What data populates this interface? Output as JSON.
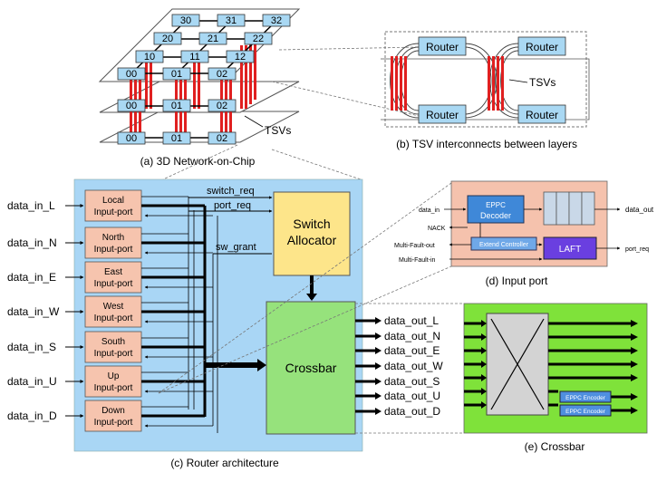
{
  "panel_a": {
    "caption": "(a) 3D Network-on-Chip",
    "layer_top_labels": [
      "30",
      "31",
      "32"
    ],
    "layer_top_row2": [
      "20",
      "21",
      "22"
    ],
    "layer_top_row3": [
      "10",
      "11",
      "12"
    ],
    "layer_top_row4": [
      "00",
      "01",
      "02"
    ],
    "layer_mid_labels": [
      "00",
      "01",
      "02"
    ],
    "layer_bot_labels": [
      "00",
      "01",
      "02"
    ],
    "tsv_label": "TSVs"
  },
  "panel_b": {
    "caption": "(b) TSV interconnects between layers",
    "router_label": "Router",
    "tsv_label": "TSVs"
  },
  "panel_c": {
    "caption": "(c) Router architecture",
    "inputs": [
      {
        "signal": "data_in_L",
        "line1": "Local",
        "line2": "Input-port"
      },
      {
        "signal": "data_in_N",
        "line1": "North",
        "line2": "Input-port"
      },
      {
        "signal": "data_in_E",
        "line1": "East",
        "line2": "Input-port"
      },
      {
        "signal": "data_in_W",
        "line1": "West",
        "line2": "Input-port"
      },
      {
        "signal": "data_in_S",
        "line1": "South",
        "line2": "Input-port"
      },
      {
        "signal": "data_in_U",
        "line1": "Up",
        "line2": "Input-port"
      },
      {
        "signal": "data_in_D",
        "line1": "Down",
        "line2": "Input-port"
      }
    ],
    "switch_req": "switch_req",
    "port_req": "port_req",
    "sw_grant": "sw_grant",
    "switch_allocator_1": "Switch",
    "switch_allocator_2": "Allocator",
    "crossbar": "Crossbar",
    "outputs": [
      "data_out_L",
      "data_out_N",
      "data_out_E",
      "data_out_W",
      "data_out_S",
      "data_out_U",
      "data_out_D"
    ]
  },
  "panel_d": {
    "caption": "(d) Input port",
    "data_in": "data_in",
    "data_out": "data_out",
    "eppc_decoder_1": "EPPC",
    "eppc_decoder_2": "Decoder",
    "nack": "NACK",
    "multi_fault_out": "Multi-Fault-out",
    "multi_fault_in": "Multi-Fault-in",
    "extend_controller": "Extend Controller",
    "laft": "LAFT",
    "port_req": "port_req"
  },
  "panel_e": {
    "caption": "(e) Crossbar",
    "encoder": "EPPC Encoder"
  },
  "colors": {
    "router_fill": "#a9d8f3",
    "input_port_fill": "#f6c4ae",
    "switch_alloc_fill": "#fde58a",
    "crossbar_fill": "#96e27c",
    "router_bg": "#a9d6f5",
    "tsv_red": "#e02020",
    "laft_fill": "#6a3fe0",
    "inport_bg": "#f5c2ad"
  }
}
